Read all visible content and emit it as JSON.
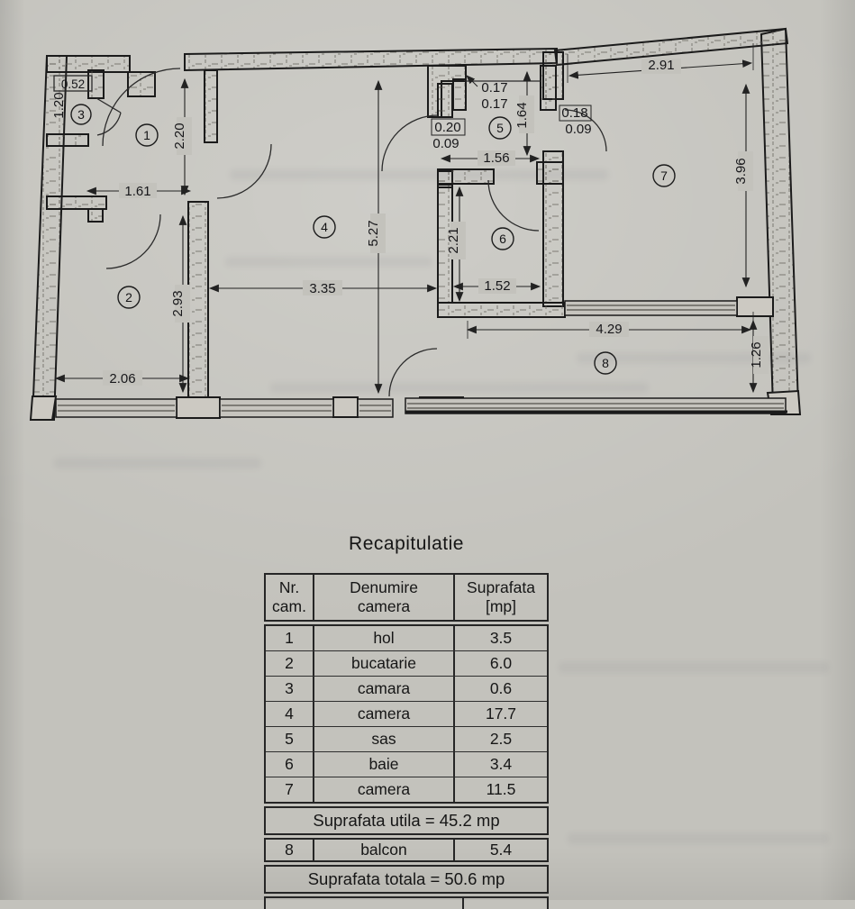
{
  "plan": {
    "rooms": [
      "1",
      "2",
      "3",
      "4",
      "5",
      "6",
      "7",
      "8"
    ],
    "dims": {
      "v052": "0.52",
      "v120": "1.20",
      "v161": "1.61",
      "v220": "2.20",
      "v206": "2.06",
      "v293": "2.93",
      "v335": "3.35",
      "v527": "5.27",
      "v017a": "0.17",
      "v017b": "0.17",
      "v020": "0.20",
      "v009a": "0.09",
      "v156": "1.56",
      "v164": "1.64",
      "v018": "0.18",
      "v009b": "0.09",
      "v291": "2.91",
      "v396": "3.96",
      "v221": "2.21",
      "v152": "1.52",
      "v429": "4.29",
      "v126": "1.26"
    }
  },
  "table": {
    "title": "Recapitulatie",
    "header": {
      "col1_line1": "Nr.",
      "col1_line2": "cam.",
      "col2_line1": "Denumire",
      "col2_line2": "camera",
      "col3_line1": "Suprafata",
      "col3_line2": "[mp]"
    },
    "rows": [
      {
        "nr": "1",
        "name": "hol",
        "area": "3.5"
      },
      {
        "nr": "2",
        "name": "bucatarie",
        "area": "6.0"
      },
      {
        "nr": "3",
        "name": "camara",
        "area": "0.6"
      },
      {
        "nr": "4",
        "name": "camera",
        "area": "17.7"
      },
      {
        "nr": "5",
        "name": "sas",
        "area": "2.5"
      },
      {
        "nr": "6",
        "name": "baie",
        "area": "3.4"
      },
      {
        "nr": "7",
        "name": "camera",
        "area": "11.5"
      }
    ],
    "utila": "Suprafata utila = 45.2 mp",
    "balcon": {
      "nr": "8",
      "name": "balcon",
      "area": "5.4"
    },
    "totala": "Suprafata totala = 50.6 mp"
  }
}
